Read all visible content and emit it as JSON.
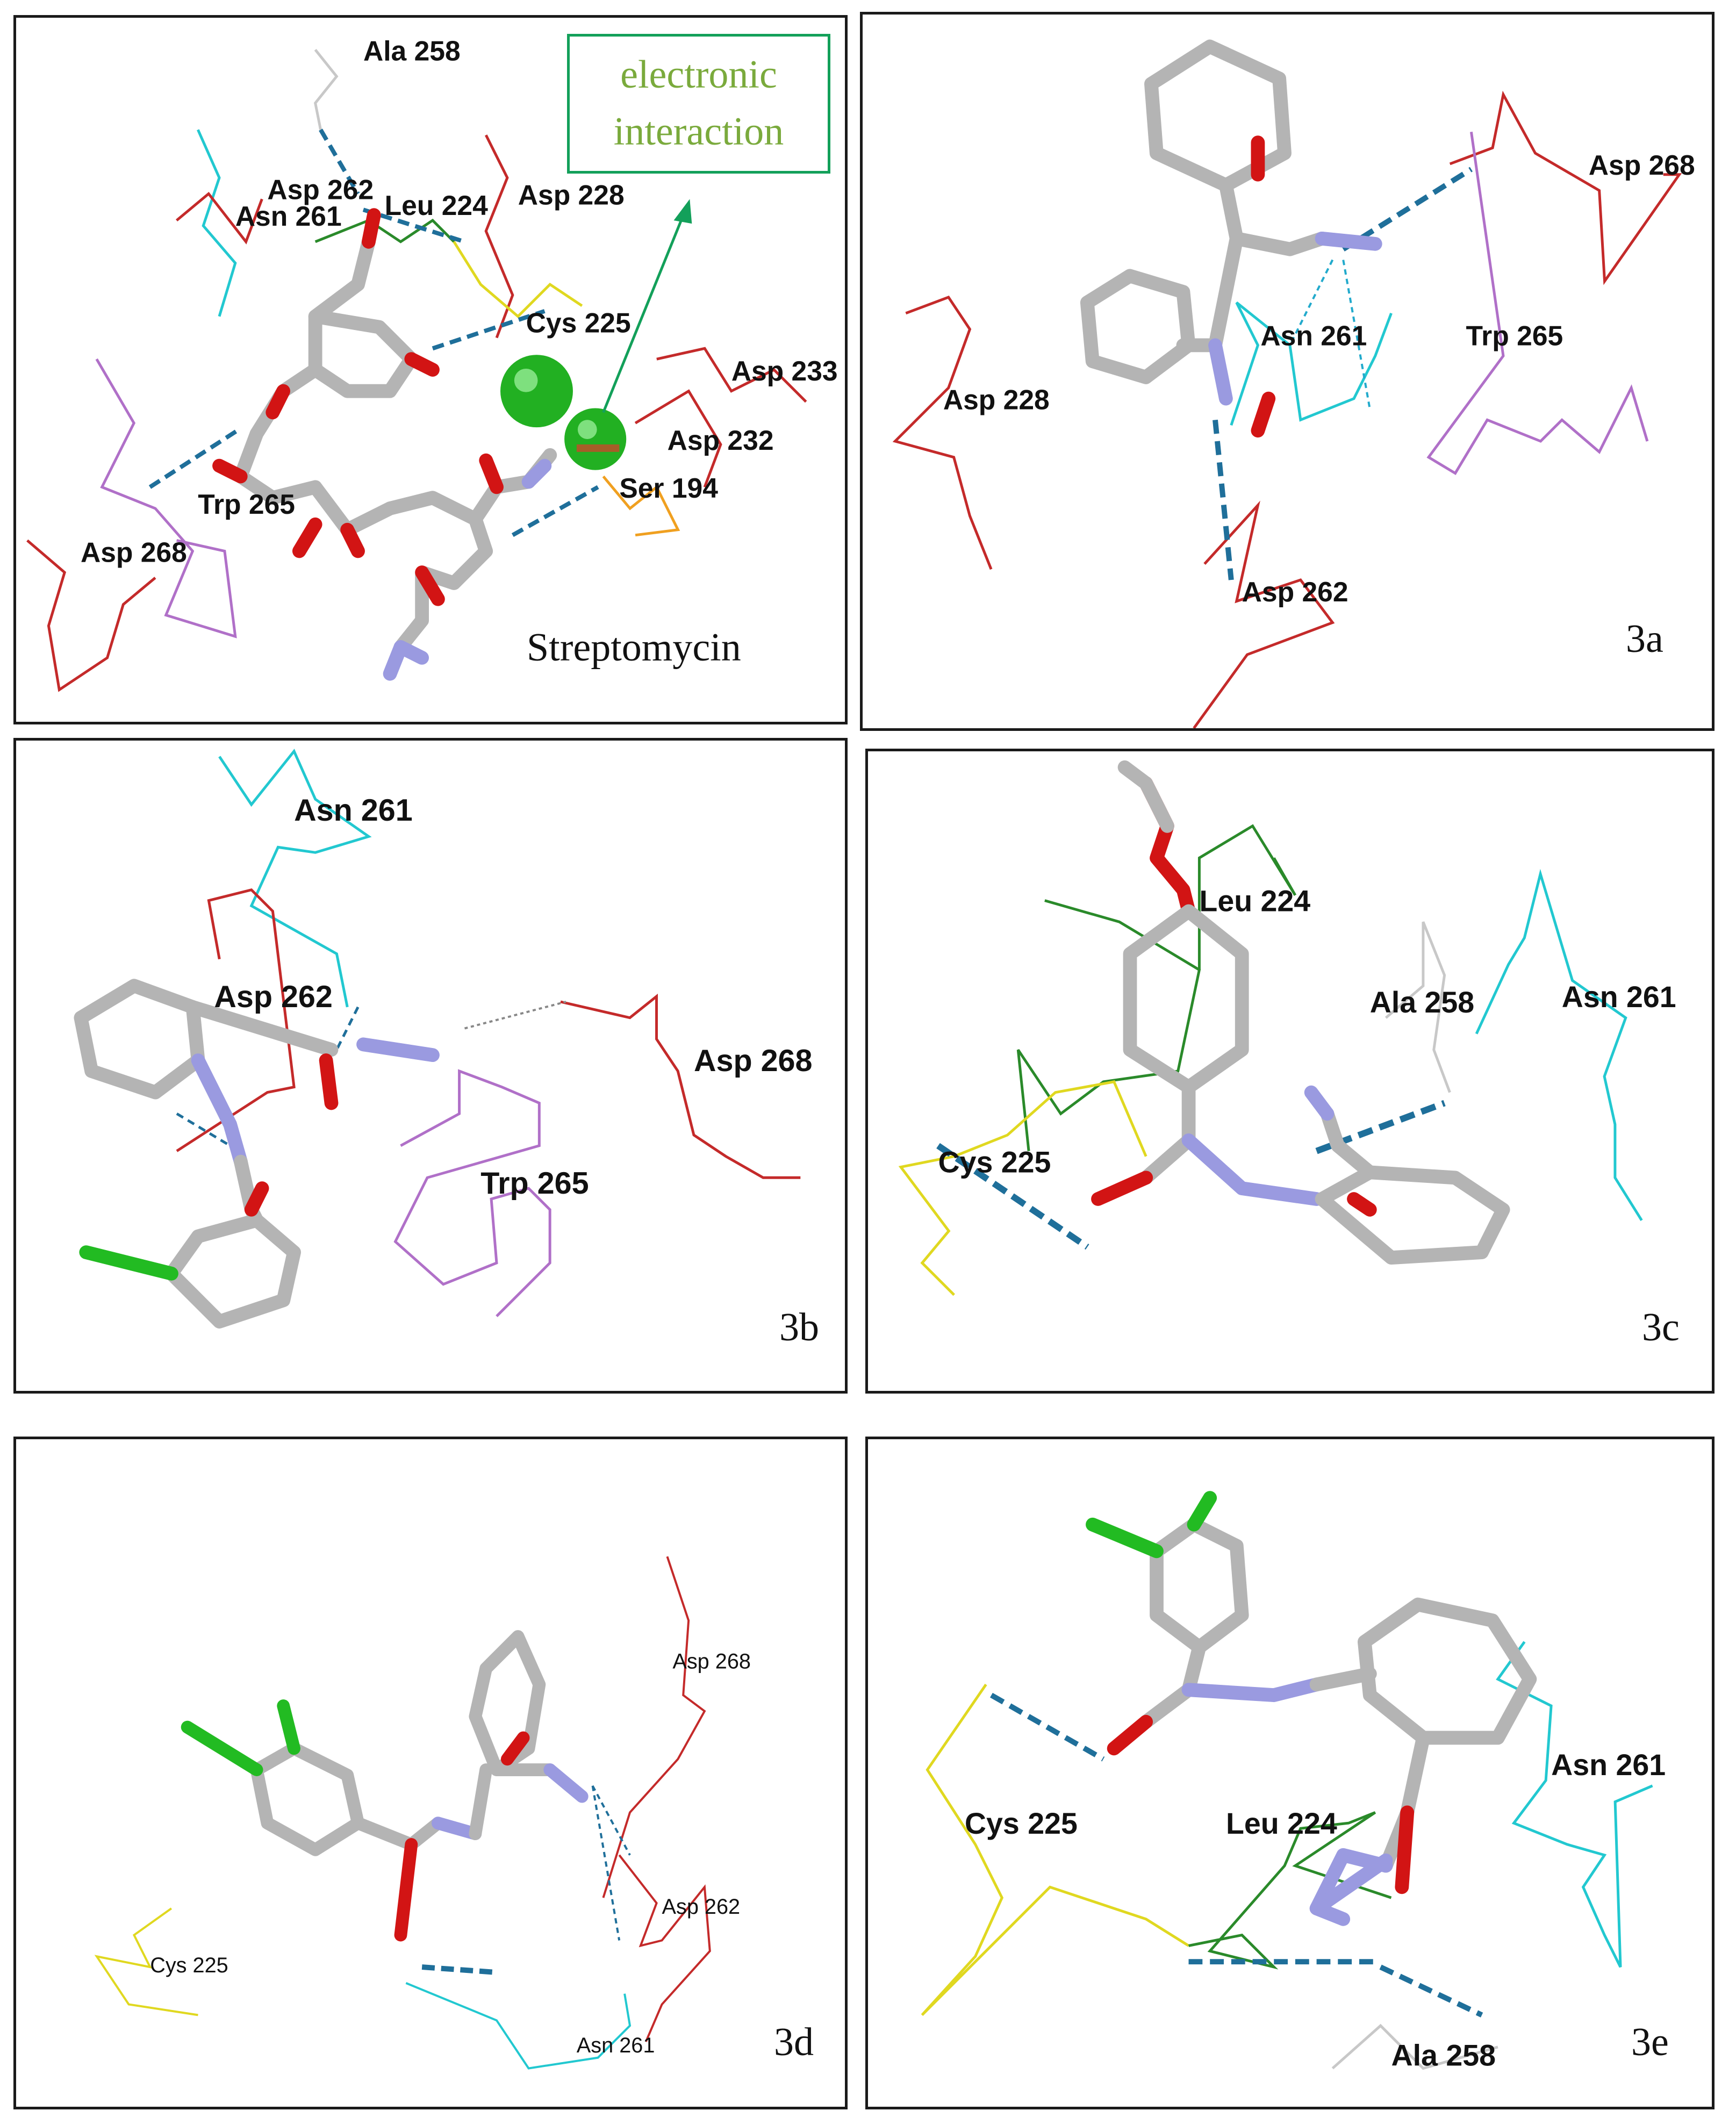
{
  "panels": [
    {
      "id": "streptomycin",
      "caption": "Streptomycin",
      "callout": {
        "line1": "electronic",
        "line2": "interaction"
      },
      "residues": [
        "Ala 258",
        "Asp 262",
        "Asn 261",
        "Leu 224",
        "Asp 228",
        "Cys 225",
        "Asp 233",
        "Asp 232",
        "Ser 194",
        "Trp 265",
        "Asp 268"
      ]
    },
    {
      "id": "3a",
      "caption": "3a",
      "residues": [
        "Asp 268",
        "Asn 261",
        "Trp 265",
        "Asp 228",
        "Asp 262"
      ]
    },
    {
      "id": "3b",
      "caption": "3b",
      "residues": [
        "Asn 261",
        "Asp 262",
        "Asp 268",
        "Trp 265"
      ]
    },
    {
      "id": "3c",
      "caption": "3c",
      "residues": [
        "Leu 224",
        "Ala 258",
        "Asn 261",
        "Cys 225"
      ]
    },
    {
      "id": "3d",
      "caption": "3d",
      "residues": [
        "Asp 268",
        "Asp 262",
        "Cys 225",
        "Asn 261"
      ]
    },
    {
      "id": "3e",
      "caption": "3e",
      "residues": [
        "Asn 261",
        "Cys 225",
        "Leu 224",
        "Ala 258"
      ]
    }
  ],
  "colors": {
    "carbon": "#b4b4b4",
    "oxygen": "#d21414",
    "nitrogen": "#9a9ae0",
    "chlorine": "#22bb22",
    "hbond": "#1f6f9a",
    "aspartate": "#c42a2a",
    "asparagine": "#22c8d0",
    "tryptophan": "#b070c8",
    "cysteine": "#e0d820",
    "leucine": "#2a8a2a",
    "alanine": "#c8c8c8",
    "serine": "#f0a020"
  },
  "icons": [
    "green-sphere-icon",
    "arrow-icon"
  ]
}
